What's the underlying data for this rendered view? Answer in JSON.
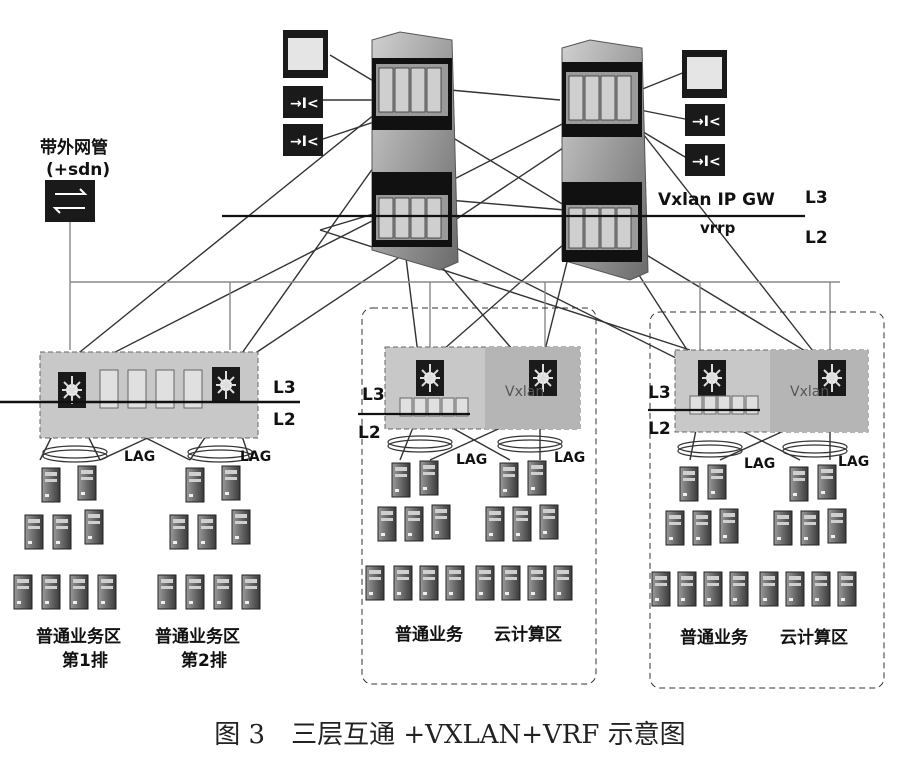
{
  "labels": {
    "oob_title": "带外网管",
    "oob_sub": "(+sdn)",
    "vxlan_gw": "Vxlan IP GW",
    "vrrp": "vrrp",
    "core_l3": "L3",
    "core_l2": "L2",
    "left_l3": "L3",
    "left_l2": "L2",
    "mid_l3": "L3",
    "mid_l2": "L2",
    "right_l3": "L3",
    "right_l2": "L2",
    "mid_vxlan": "Vxlan",
    "right_vxlan": "Vxlan",
    "lag": "LAG",
    "zone1a": "普通业务区",
    "zone1b": "第1排",
    "zone2a": "普通业务区",
    "zone2b": "第2排",
    "zone3": "普通业务",
    "zone4": "云计算区",
    "zone5": "普通业务",
    "zone6": "云计算区"
  },
  "caption": "图 3　三层互通 +VXLAN+VRF 示意图"
}
